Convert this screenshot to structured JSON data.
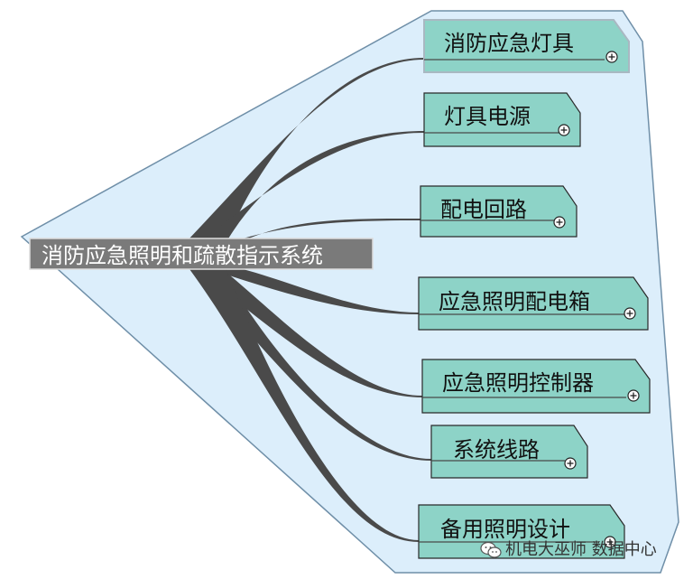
{
  "root": {
    "label": "消防应急照明和疏散指示系统"
  },
  "branches": [
    {
      "label": "消防应急灯具",
      "expand_icon": "plus-circle-icon",
      "selected": true
    },
    {
      "label": "灯具电源",
      "expand_icon": "plus-circle-icon"
    },
    {
      "label": "配电回路",
      "expand_icon": "plus-circle-icon"
    },
    {
      "label": "应急照明配电箱",
      "expand_icon": "plus-circle-icon"
    },
    {
      "label": "应急照明控制器",
      "expand_icon": "plus-circle-icon"
    },
    {
      "label": "系统线路",
      "expand_icon": "plus-circle-icon"
    },
    {
      "label": "备用照明设计",
      "expand_icon": "plus-circle-icon"
    }
  ],
  "watermark": {
    "text": "机电大巫师 数据中心",
    "icon": "wechat-icon"
  },
  "colors": {
    "boundary_fill": "#dceefb",
    "boundary_stroke": "#6f8fa8",
    "root_fill": "#7a7a7a",
    "branch_fill": "#8dd3c7",
    "connector": "#4a4a4a"
  }
}
